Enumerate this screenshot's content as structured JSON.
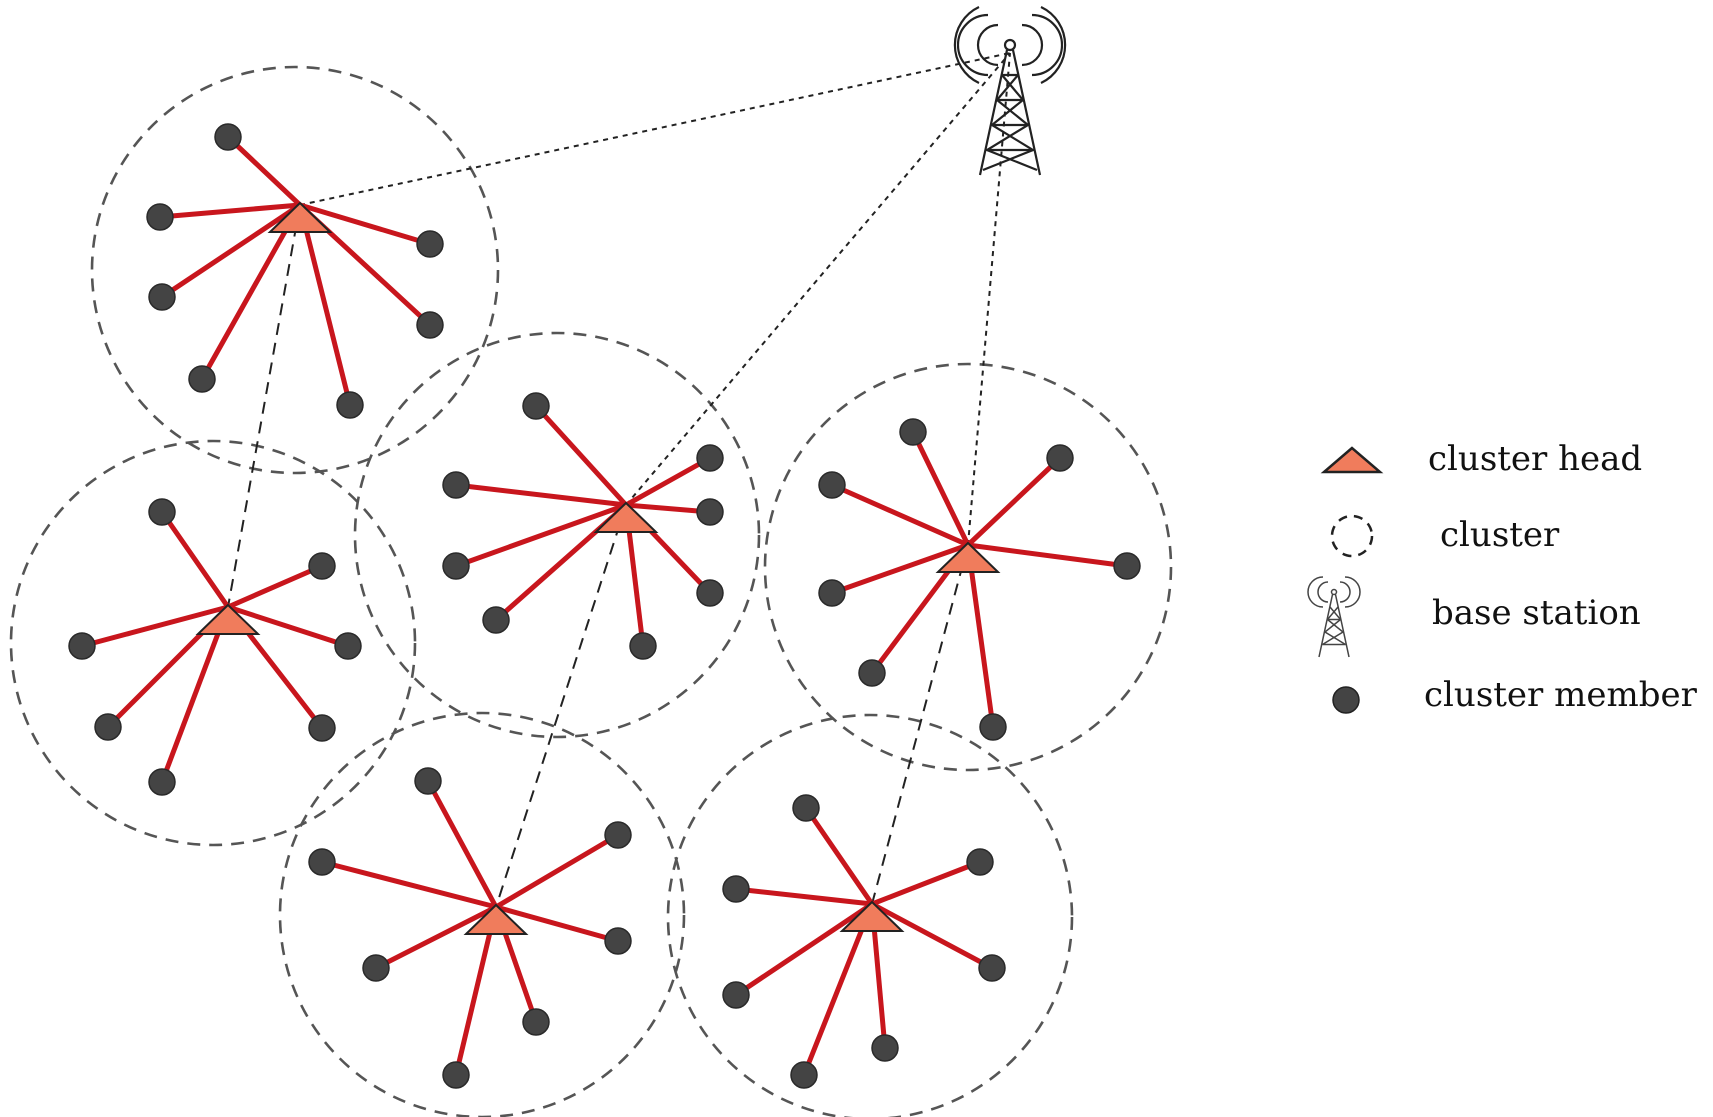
{
  "colors": {
    "link": "#c8161d",
    "cluster_head_fill": "#f07c5c",
    "cluster_head_stroke": "#222222",
    "member_fill": "#444444",
    "cluster_boundary": "#555555",
    "text": "#111111"
  },
  "icons": {
    "cluster_head": "triangle-icon",
    "cluster": "dashed-circle-icon",
    "base_station": "antenna-tower-icon",
    "cluster_member": "dot-icon"
  },
  "legend": {
    "items": [
      {
        "key": "cluster_head",
        "label": "cluster head"
      },
      {
        "key": "cluster",
        "label": "cluster"
      },
      {
        "key": "base_station",
        "label": "base station"
      },
      {
        "key": "cluster_member",
        "label": "cluster member"
      }
    ]
  },
  "network": {
    "cluster_count": 6,
    "members_per_cluster": [
      7,
      7,
      8,
      7,
      7,
      7
    ]
  }
}
